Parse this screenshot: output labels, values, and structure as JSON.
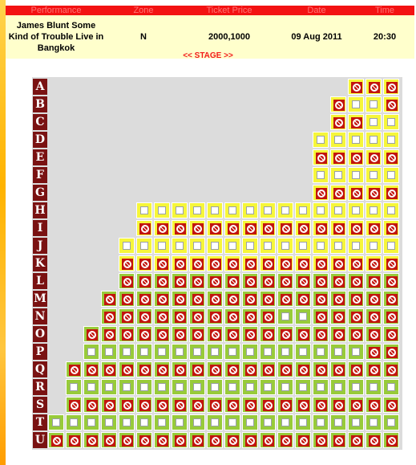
{
  "info": {
    "headers": {
      "performance": "Performance",
      "zone": "Zone",
      "price": "Ticket Price",
      "date": "Date",
      "time": "Time"
    },
    "values": {
      "performance": "James Blunt Some Kind of Trouble Live in Bangkok",
      "zone": "N",
      "price": "2000,1000",
      "date": "09 Aug 2011",
      "time": "20:30"
    }
  },
  "stage_label": "<< STAGE >>",
  "legend": {
    "yellow_zone": "#f6f63a",
    "green_zone": "#98cb3a",
    "booked": "#c2140e"
  },
  "seating": {
    "total_columns": 20,
    "rows": [
      {
        "label": "A",
        "zone": "yellow",
        "start": 17,
        "seats": "XXX"
      },
      {
        "label": "B",
        "zone": "yellow",
        "start": 16,
        "seats": "XOOX"
      },
      {
        "label": "C",
        "zone": "yellow",
        "start": 16,
        "seats": "XXOO"
      },
      {
        "label": "D",
        "zone": "yellow",
        "start": 15,
        "seats": "OOOOO"
      },
      {
        "label": "E",
        "zone": "yellow",
        "start": 15,
        "seats": "XXXXX"
      },
      {
        "label": "F",
        "zone": "yellow",
        "start": 15,
        "seats": "OOOOO"
      },
      {
        "label": "G",
        "zone": "yellow",
        "start": 15,
        "seats": "XXXXX"
      },
      {
        "label": "H",
        "zone": "yellow",
        "start": 5,
        "seats": "OOOOOOOOOOOOOOO"
      },
      {
        "label": "I",
        "zone": "yellow",
        "start": 5,
        "seats": "XXXXXXXXXXXXXXX"
      },
      {
        "label": "J",
        "zone": "yellow",
        "start": 4,
        "seats": "OOOOOOOOOOOOOOOO"
      },
      {
        "label": "K",
        "zone": "yellow",
        "start": 4,
        "seats": "XXXXXXXXXXXXXXXX"
      },
      {
        "label": "L",
        "zone": "green",
        "start": 4,
        "seats": "XXXXXXXXXXXXXXXX"
      },
      {
        "label": "M",
        "zone": "green",
        "start": 3,
        "seats": "XXXXXXXXXXXXXXXXX"
      },
      {
        "label": "N",
        "zone": "green",
        "start": 3,
        "seats": "XXXXXXXXXXOOXXXXX"
      },
      {
        "label": "O",
        "zone": "green",
        "start": 2,
        "seats": "XXXXXXXXXXXXXXXXXX"
      },
      {
        "label": "P",
        "zone": "green",
        "start": 2,
        "seats": "OOOOOOOOOOOOOOOOXX"
      },
      {
        "label": "Q",
        "zone": "green",
        "start": 1,
        "seats": "XXXXXXXXXXXXXXXXXXX"
      },
      {
        "label": "R",
        "zone": "green",
        "start": 1,
        "seats": "OOOOOOOOOOOOOOOOOOO"
      },
      {
        "label": "S",
        "zone": "green",
        "start": 1,
        "seats": "XXXXXXXXXXXXXXXXXXX"
      },
      {
        "label": "T",
        "zone": "green",
        "start": 0,
        "seats": "OOOOOOOOOOOOOOOOOOOO"
      },
      {
        "label": "U",
        "zone": "green",
        "start": 0,
        "seats": "XXXXXXXXXXXXXXXXXXXX"
      }
    ]
  }
}
